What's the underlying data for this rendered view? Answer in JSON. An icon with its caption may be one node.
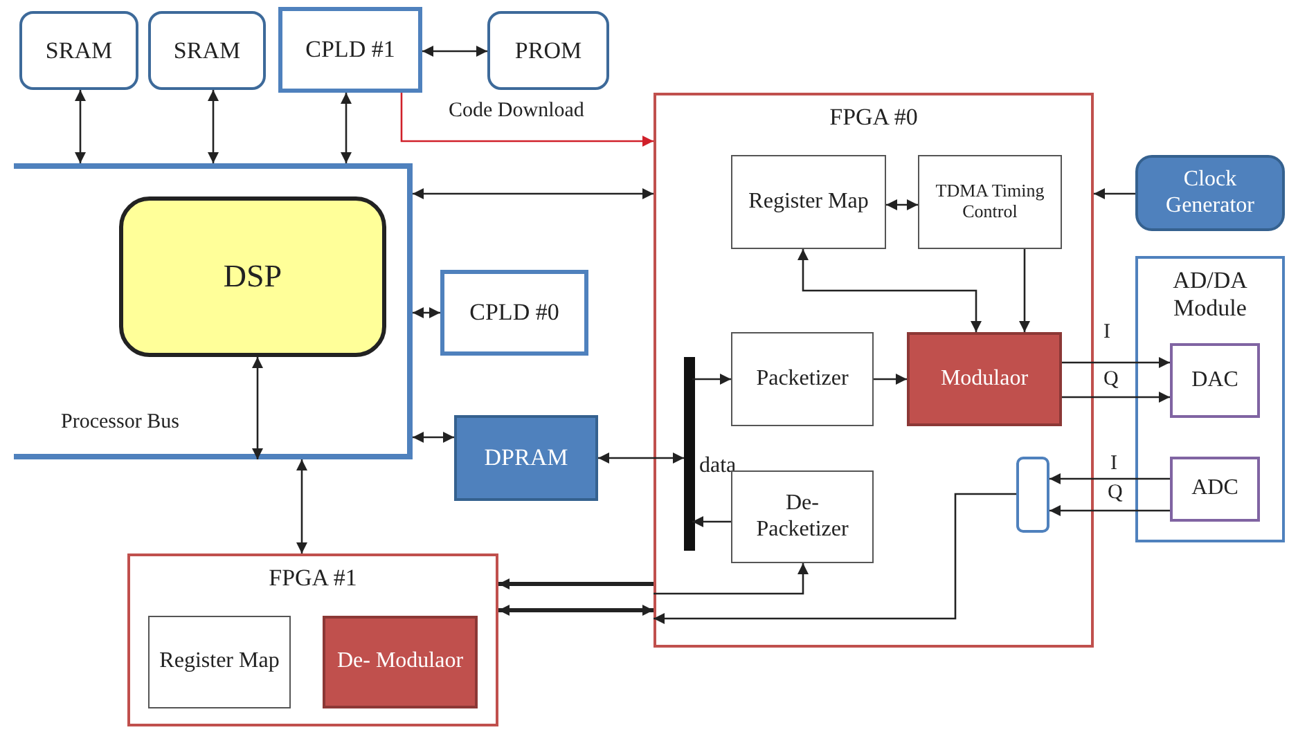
{
  "diagram": {
    "nodes": [
      {
        "text": [
          "SRAM"
        ]
      },
      {
        "text": [
          "SRAM"
        ]
      },
      {
        "text": [
          "CPLD #1"
        ]
      },
      {
        "text": [
          "PROM"
        ]
      },
      {
        "text": [
          "Processor Bus"
        ]
      },
      {
        "text": [
          "DSP"
        ],
        "in": 4
      },
      {
        "text": [
          "CPLD #0"
        ]
      },
      {
        "text": [
          "DPRAM"
        ]
      },
      {
        "text": [
          "FPGA #0"
        ]
      },
      {
        "text": [
          "Register Map"
        ],
        "in": 8
      },
      {
        "text": [
          "TDMA Timing Control"
        ],
        "in": 8
      },
      {
        "text": [
          "Packetizer"
        ],
        "in": 8
      },
      {
        "text": [
          "Modulaor"
        ],
        "in": 8
      },
      {
        "text": [],
        "shape": "bar",
        "in": 8,
        "beside": [
          "data"
        ]
      },
      {
        "text": [
          "De- Packetizer"
        ],
        "in": 8
      },
      {
        "text": [],
        "shape": "box",
        "in": 8
      },
      {
        "text": [
          "Clock Generator"
        ]
      },
      {
        "text": [
          "AD/DA Module"
        ]
      },
      {
        "text": [
          "DAC"
        ],
        "in": 17
      },
      {
        "text": [
          "ADC"
        ],
        "in": 17
      },
      {
        "text": [
          "FPGA #1"
        ]
      },
      {
        "text": [
          "Register Map"
        ],
        "in": 20
      },
      {
        "text": [
          "De- Modulaor"
        ],
        "in": 20
      }
    ],
    "edges": [
      {
        "from": 0,
        "to": 4,
        "arrow": "both"
      },
      {
        "from": 1,
        "to": 4,
        "arrow": "both"
      },
      {
        "from": 2,
        "to": 4,
        "arrow": "both"
      },
      {
        "from": 2,
        "to": 3,
        "arrow": "both"
      },
      {
        "from": 2,
        "to": 8,
        "arrow": "to",
        "label": "Code Download",
        "color": "#d0202a"
      },
      {
        "from": 4,
        "to": 8,
        "arrow": "both"
      },
      {
        "from": 4,
        "to": 6,
        "arrow": "both"
      },
      {
        "from": 5,
        "to": 4,
        "arrow": "both"
      },
      {
        "from": 4,
        "to": 20,
        "arrow": "both"
      },
      {
        "from": 4,
        "to": 7,
        "arrow": "both"
      },
      {
        "from": 7,
        "to": 13,
        "arrow": "both"
      },
      {
        "from": 9,
        "to": 10,
        "arrow": "both"
      },
      {
        "from": 9,
        "to": 12,
        "arrow": "both"
      },
      {
        "from": 10,
        "to": 12,
        "arrow": "to"
      },
      {
        "from": 13,
        "to": 11,
        "arrow": "to"
      },
      {
        "from": 11,
        "to": 12,
        "arrow": "to"
      },
      {
        "from": 12,
        "to": 18,
        "arrow": "to",
        "label": "I"
      },
      {
        "from": 12,
        "to": 18,
        "arrow": "to",
        "label": "Q"
      },
      {
        "from": 19,
        "to": 15,
        "arrow": "to",
        "label": "I"
      },
      {
        "from": 19,
        "to": 15,
        "arrow": "to",
        "label": "Q"
      },
      {
        "from": 14,
        "to": 13,
        "arrow": "to"
      },
      {
        "from": 16,
        "to": 8,
        "arrow": "to"
      },
      {
        "from": 8,
        "to": 20,
        "arrow": "to",
        "style": "thick"
      },
      {
        "from": 20,
        "to": 8,
        "arrow": "both",
        "style": "thick"
      },
      {
        "from": 8,
        "to": 14,
        "arrow": "to"
      },
      {
        "from": 15,
        "to": 8,
        "arrow": "to"
      }
    ]
  }
}
